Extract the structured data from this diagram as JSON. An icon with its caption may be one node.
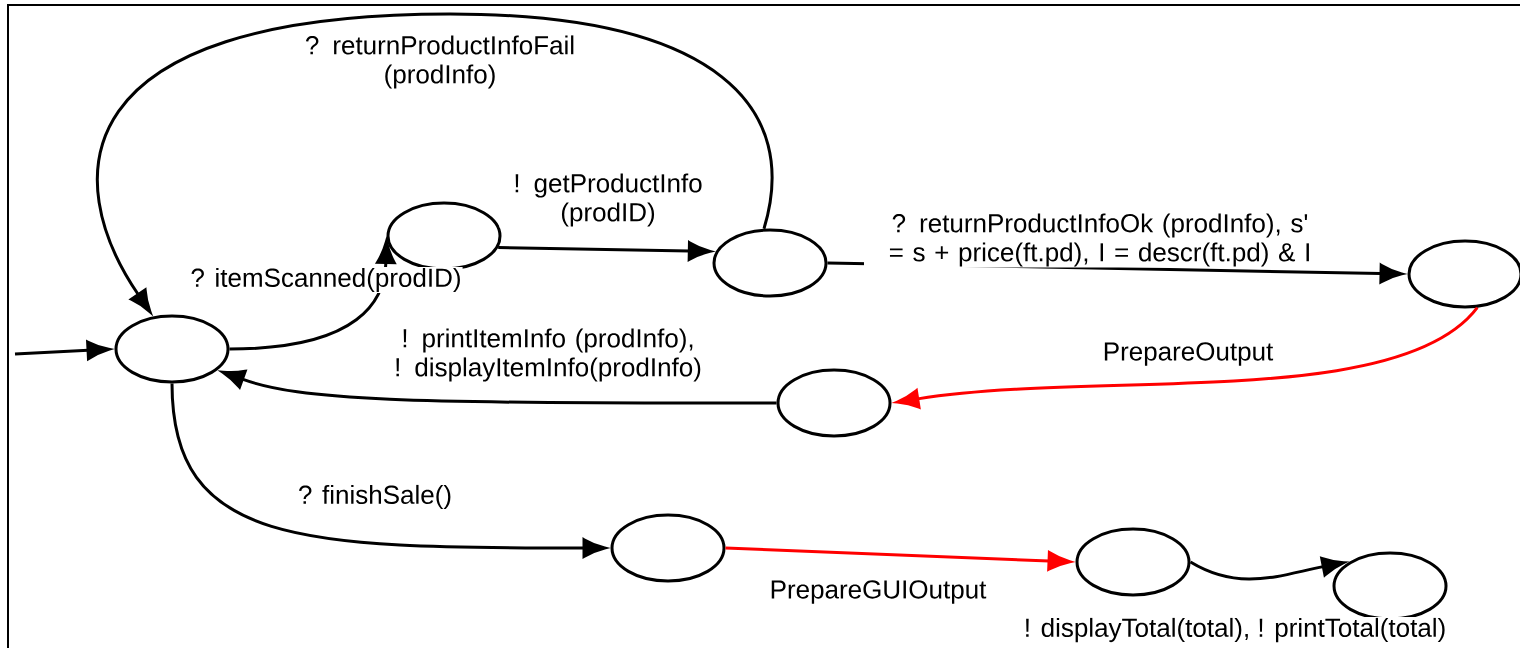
{
  "diagram": {
    "nodes": [
      {
        "text": [],
        "shape": "ellipse"
      },
      {
        "text": [],
        "shape": "ellipse"
      },
      {
        "text": [],
        "shape": "ellipse"
      },
      {
        "text": [],
        "shape": "ellipse"
      },
      {
        "text": [],
        "shape": "ellipse"
      },
      {
        "text": [],
        "shape": "ellipse"
      },
      {
        "text": [],
        "shape": "ellipse"
      },
      {
        "text": [],
        "shape": "ellipse"
      }
    ],
    "edges": [
      {
        "from": null,
        "to": 0,
        "arrow": "to"
      },
      {
        "from": 0,
        "to": 1,
        "arrow": "to",
        "label": "? itemScanned(prodID)"
      },
      {
        "from": 1,
        "to": 2,
        "arrow": "to",
        "label": "! getProductInfo (prodID)"
      },
      {
        "from": 2,
        "to": 0,
        "arrow": "to",
        "label": "? returnProductInfoFail (prodInfo)"
      },
      {
        "from": 2,
        "to": 3,
        "arrow": "to",
        "label": "? returnProductInfoOk (prodInfo), s' = s + price(ft.pd), I = descr(ft.pd) & I"
      },
      {
        "from": 3,
        "to": 4,
        "arrow": "to",
        "label": "PrepareOutput",
        "color": "#ff0000"
      },
      {
        "from": 4,
        "to": 0,
        "arrow": "to",
        "label": "! printItemInfo (prodInfo), ! displayItemInfo(prodInfo)"
      },
      {
        "from": 0,
        "to": 5,
        "arrow": "to",
        "label": "? finishSale()"
      },
      {
        "from": 5,
        "to": 6,
        "arrow": "to",
        "label": "PrepareGUIOutput",
        "color": "#ff0000"
      },
      {
        "from": 6,
        "to": 7,
        "arrow": "to",
        "label": "! displayTotal(total), ! printTotal(total)"
      }
    ]
  }
}
